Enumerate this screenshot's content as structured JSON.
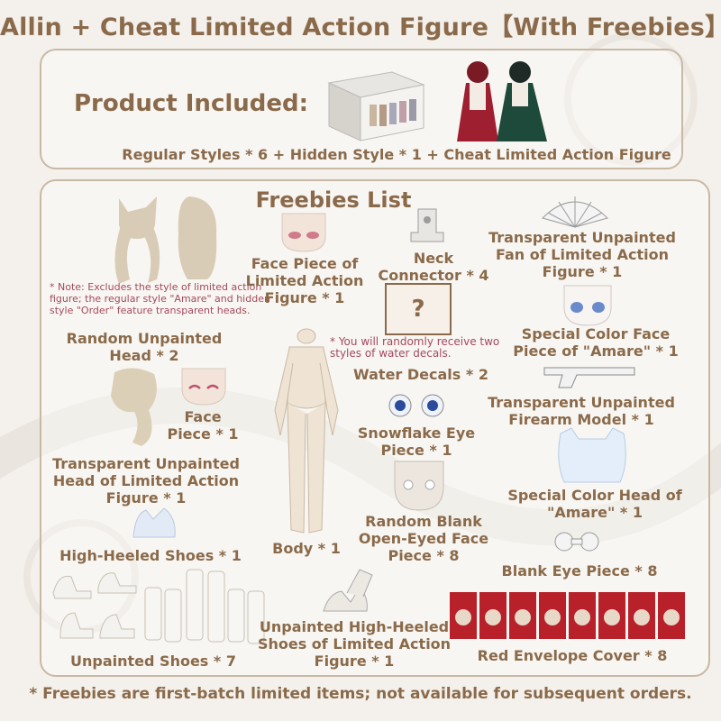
{
  "title": "Allin + Cheat Limited Action Figure【With Freebies】",
  "product": {
    "heading": "Product Included:",
    "summary": "Regular Styles * 6 + Hidden Style * 1 + Cheat Limited Action Figure"
  },
  "freebies": {
    "heading": "Freebies List",
    "items": {
      "random_head": "Random Unpainted Head * 2",
      "face_limited": "Face Piece of Limited Action Figure * 1",
      "neck": "Neck Connector * 4",
      "fan": "Transparent Unpainted Fan of Limited Action Figure * 1",
      "water_decals": "Water Decals * 2",
      "special_face": "Special Color Face Piece of \"Amare\" * 1",
      "face_piece": "Face Piece * 1",
      "firearm": "Transparent Unpainted Firearm Model * 1",
      "snowflake": "Snowflake Eye Piece * 1",
      "trans_head": "Transparent Unpainted Head of Limited Action Figure * 1",
      "special_head": "Special Color Head of \"Amare\" * 1",
      "blank_face": "Random Blank Open-Eyed Face Piece * 8",
      "high_heeled": "High-Heeled Shoes * 1",
      "body": "Body * 1",
      "blank_eye": "Blank Eye Piece * 8",
      "unpainted_heels": "Unpainted High-Heeled Shoes of Limited Action Figure * 1",
      "unpainted_shoes": "Unpainted Shoes * 7",
      "red_envelope": "Red Envelope Cover * 8"
    },
    "notes": {
      "heads_note": "* Note: Excludes the style of limited action figure; the regular style \"Amare\" and hidden style \"Order\" feature transparent heads.",
      "decal_note": "* You will randomly receive two styles of water decals.",
      "question_mark": "?"
    }
  },
  "footer": "* Freebies are first-batch limited items; not available for subsequent orders.",
  "colors": {
    "text": "#8a6a4a",
    "note": "#a44a5c",
    "border": "#c9b8a4",
    "envelope": "#b8202a"
  }
}
